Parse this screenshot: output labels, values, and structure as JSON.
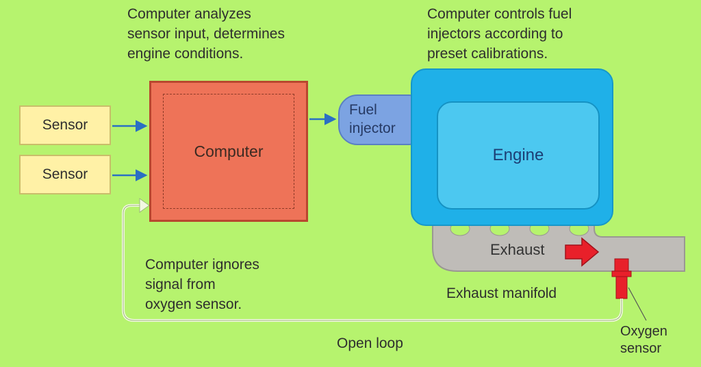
{
  "annotations": {
    "analyze": "Computer analyzes\nsensor input, determines\nengine conditions.",
    "controls": "Computer controls fuel\ninjectors according to\npreset calibrations.",
    "ignores": "Computer ignores\nsignal from\noxygen sensor."
  },
  "components": {
    "sensor_1": "Sensor",
    "sensor_2": "Sensor",
    "computer": "Computer",
    "fuel_injector": "Fuel\ninjector",
    "engine": "Engine",
    "exhaust": "Exhaust",
    "exhaust_manifold": "Exhaust manifold",
    "oxygen_sensor": "Oxygen\nsensor"
  },
  "title": "Open loop",
  "colors": {
    "background": "#b6f36e",
    "sensor": "#fff1a6",
    "computer": "#ee7358",
    "injector": "#7ca3e2",
    "engine": "#1fb0e8",
    "manifold": "#bfbcb8",
    "exhaust_arrow": "#e8202a",
    "flow_arrow": "#2a6fc4"
  }
}
